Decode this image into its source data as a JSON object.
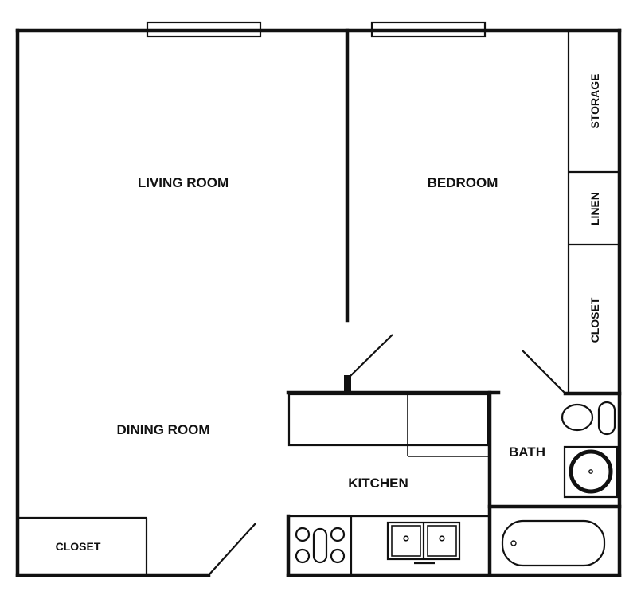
{
  "floorplan": {
    "rooms": {
      "living_room": "LIVING ROOM",
      "bedroom": "BEDROOM",
      "dining_room": "DINING ROOM",
      "kitchen": "KITCHEN",
      "bath": "BATH",
      "closet_main": "CLOSET",
      "closet_bedroom": "CLOSET",
      "storage": "STORAGE",
      "linen": "LINEN"
    },
    "colors": {
      "wall": "#111111",
      "background": "#ffffff"
    }
  }
}
